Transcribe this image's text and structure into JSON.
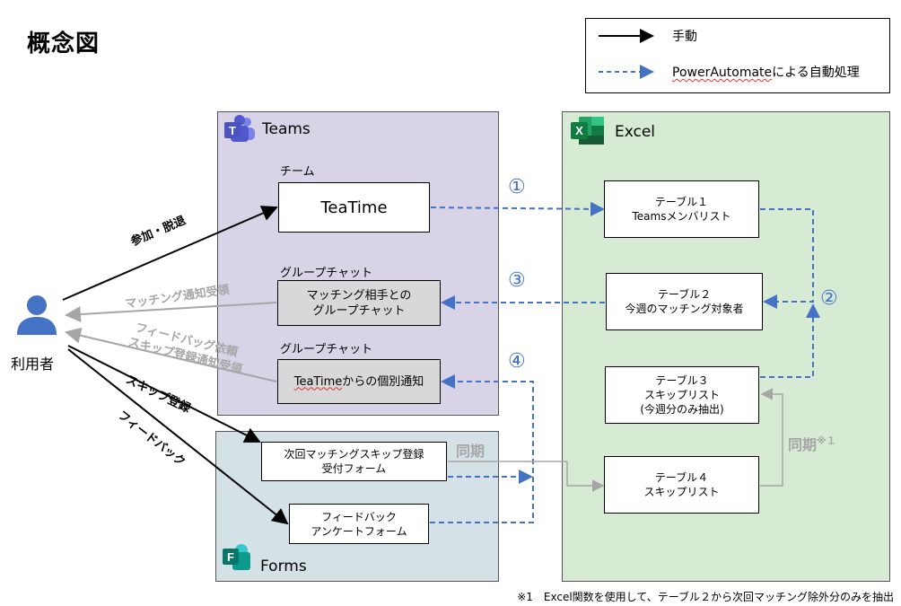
{
  "title": "概念図",
  "legend": {
    "manual": "手動",
    "auto_prefix": "PowerAutomate",
    "auto_suffix": "による自動処理"
  },
  "user_label": "利用者",
  "teams": {
    "title": "Teams",
    "team_label": "チーム",
    "team_box": "TeaTime",
    "group_chat_label_1": "グループチャット",
    "group_chat_box_1": [
      "マッチング相手との",
      "グループチャット"
    ],
    "group_chat_label_2": "グループチャット",
    "group_chat_box_2_prefix": "TeaTime",
    "group_chat_box_2_suffix": "からの個別通知"
  },
  "forms": {
    "title": "Forms",
    "form_1": [
      "次回マッチングスキップ登録",
      "受付フォーム"
    ],
    "form_2": [
      "フィードバック",
      "アンケートフォーム"
    ]
  },
  "excel": {
    "title": "Excel",
    "table_1": [
      "テーブル１",
      "Teamsメンバリスト"
    ],
    "table_2": [
      "テーブル２",
      "今週のマッチング対象者"
    ],
    "table_3": [
      "テーブル３",
      "スキップリスト",
      "(今週分のみ抽出)"
    ],
    "table_4": [
      "テーブル４",
      "スキップリスト"
    ]
  },
  "arrow_labels": {
    "join_leave": "参加・脱退",
    "matching_notice": "マッチング通知受領",
    "feedback_request": "フィードバッグ依頼",
    "skip_notice": "スキップ登録通知受領",
    "skip_register": "スキップ登録",
    "feedback": "フィードバック"
  },
  "steps": [
    "①",
    "②",
    "③",
    "④"
  ],
  "sync_label": "同期",
  "sync_label_note": "※１",
  "footnote": "※1　Excel関数を使用して、テーブル２から次回マッチング除外分のみを抽出",
  "colors": {
    "manual": "#000000",
    "auto": "#4472c4",
    "received": "#a6a6a6",
    "teams_bg": "#d9d3e8",
    "forms_bg": "#d4e1e6",
    "excel_bg": "#d7ead3"
  }
}
